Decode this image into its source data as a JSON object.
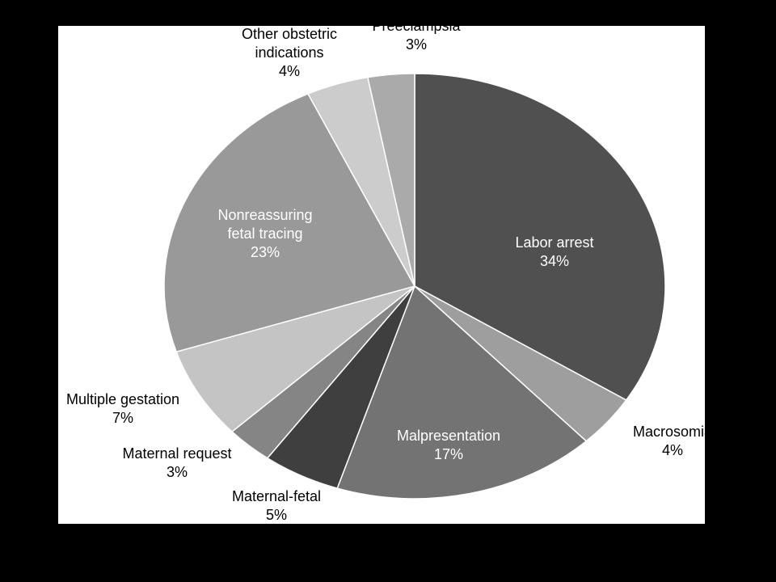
{
  "chart_data": {
    "type": "pie",
    "title": "",
    "slices": [
      {
        "label": [
          "Labor arrest"
        ],
        "pct_label": "34%",
        "value": 34,
        "color": "#505050",
        "text_color": "#ffffff"
      },
      {
        "label": [
          "Macrosomia"
        ],
        "pct_label": "4%",
        "value": 4,
        "color": "#9e9e9e",
        "text_color": "#000000"
      },
      {
        "label": [
          "Malpresentation"
        ],
        "pct_label": "17%",
        "value": 17,
        "color": "#737373",
        "text_color": "#ffffff"
      },
      {
        "label": [
          "Maternal-fetal"
        ],
        "pct_label": "5%",
        "value": 5,
        "color": "#3f3f3f",
        "text_color": "#000000"
      },
      {
        "label": [
          "Maternal request"
        ],
        "pct_label": "3%",
        "value": 3,
        "color": "#858585",
        "text_color": "#000000"
      },
      {
        "label": [
          "Multiple gestation"
        ],
        "pct_label": "7%",
        "value": 7,
        "color": "#c4c4c4",
        "text_color": "#000000"
      },
      {
        "label": [
          "Nonreassuring",
          "fetal tracing"
        ],
        "pct_label": "23%",
        "value": 23,
        "color": "#999999",
        "text_color": "#ffffff"
      },
      {
        "label": [
          "Other obstetric",
          "indications"
        ],
        "pct_label": "4%",
        "value": 4,
        "color": "#cccccc",
        "text_color": "#000000"
      },
      {
        "label": [
          "Preeclampsia"
        ],
        "pct_label": "3%",
        "value": 3,
        "color": "#aaaaaa",
        "text_color": "#000000"
      }
    ]
  }
}
